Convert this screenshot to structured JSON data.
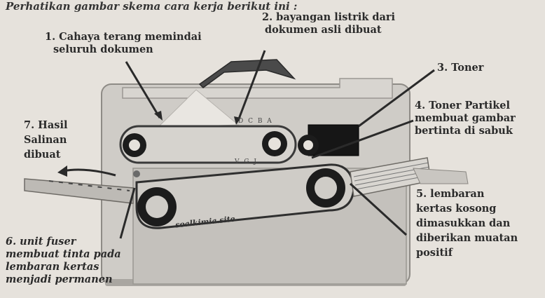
{
  "title": "Perhatikan gambar skema cara kerja berikut ini :",
  "watermark": "soalkimia.site",
  "document_letters": "D C B A",
  "belt_letters": "V G J",
  "labels": {
    "step1": [
      "1. Cahaya terang memindai",
      "seluruh dokumen"
    ],
    "step2": [
      "2. bayangan listrik dari",
      "dokumen asli dibuat"
    ],
    "step3": [
      "3. Toner"
    ],
    "step4": [
      "4. Toner Partikel",
      "membuat gambar",
      "bertinta di sabuk"
    ],
    "step5": [
      "5. lembaran",
      "kertas kosong",
      "dimasukkan dan",
      "diberikan muatan",
      "positif"
    ],
    "step6": [
      "6. unit fuser",
      "membuat tinta pada",
      "lembaran kertas",
      "menjadi permanen"
    ],
    "step7": [
      "7. Hasil",
      "Salinan",
      "dibuat"
    ]
  },
  "colors": {
    "background": "#e6e2dc",
    "body": "#c9c6c1",
    "body_dark": "#9a9792",
    "gear": "#1c1c1c",
    "toner": "#151515",
    "line": "#2a2a2a"
  }
}
